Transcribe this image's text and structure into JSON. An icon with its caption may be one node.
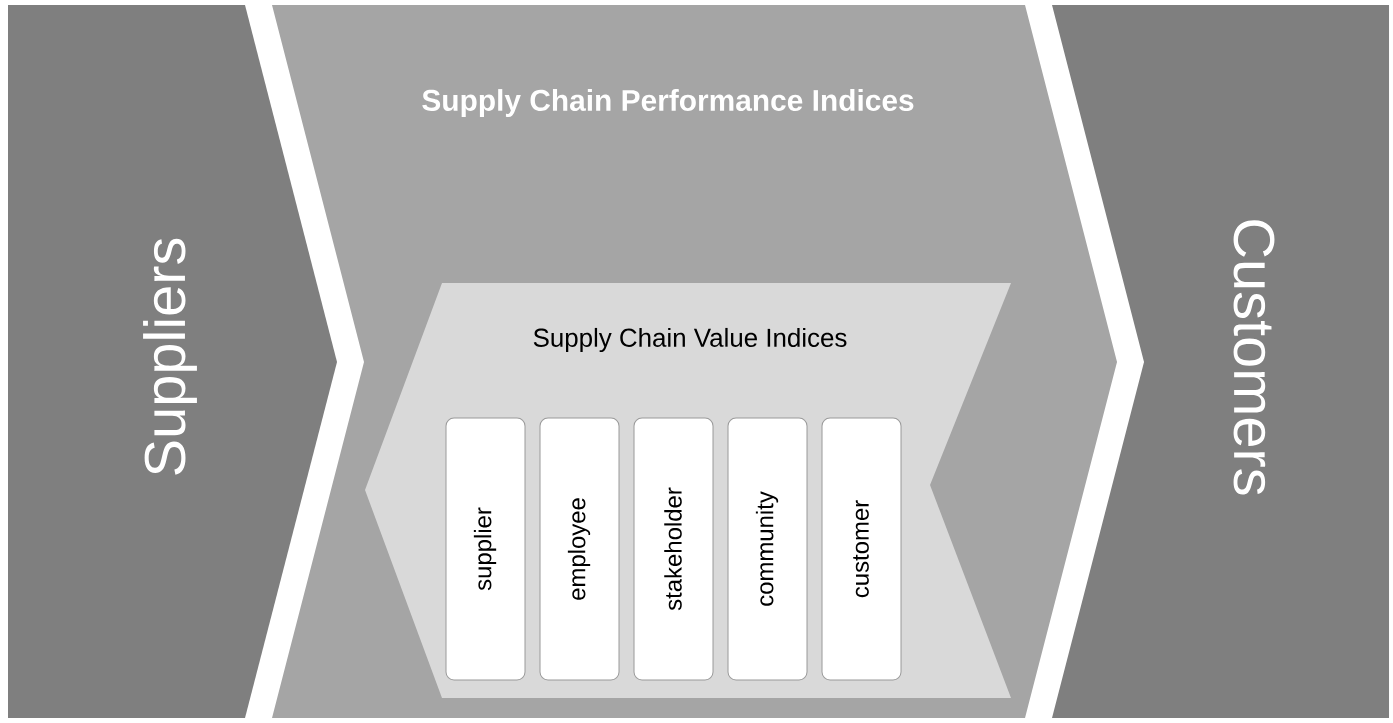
{
  "diagram": {
    "nodes": [
      {
        "text": [
          "Suppliers"
        ]
      },
      {
        "text": [
          "Supply Chain Performance Indices"
        ]
      },
      {
        "text": [
          "Supply Chain Value Indices"
        ],
        "in": 1
      },
      {
        "text": [
          "supplier"
        ],
        "in": 2
      },
      {
        "text": [
          "employee"
        ],
        "in": 2
      },
      {
        "text": [
          "stakeholder"
        ],
        "in": 2
      },
      {
        "text": [
          "community"
        ],
        "in": 2
      },
      {
        "text": [
          "customer"
        ],
        "in": 2
      },
      {
        "text": [
          "Customers"
        ]
      }
    ]
  }
}
